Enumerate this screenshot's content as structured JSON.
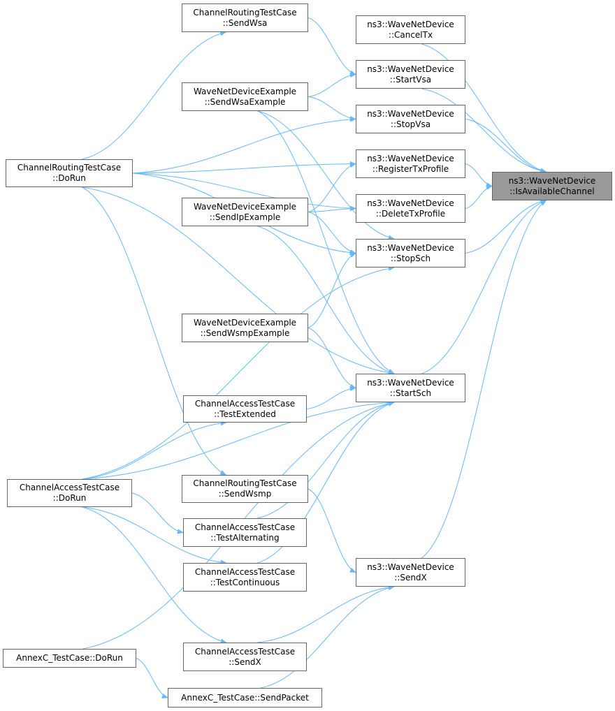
{
  "colors": {
    "edge": "#63b8ff",
    "focus_fill": "#999999",
    "border": "#666666"
  },
  "nodes": {
    "isavail": {
      "l1": "ns3::WaveNetDevice",
      "l2": "::IsAvailableChannel"
    },
    "canceltx": {
      "l1": "ns3::WaveNetDevice",
      "l2": "::CancelTx"
    },
    "startvsa": {
      "l1": "ns3::WaveNetDevice",
      "l2": "::StartVsa"
    },
    "stopvsa": {
      "l1": "ns3::WaveNetDevice",
      "l2": "::StopVsa"
    },
    "regtx": {
      "l1": "ns3::WaveNetDevice",
      "l2": "::RegisterTxProfile"
    },
    "deltx": {
      "l1": "ns3::WaveNetDevice",
      "l2": "::DeleteTxProfile"
    },
    "stopsch": {
      "l1": "ns3::WaveNetDevice",
      "l2": "::StopSch"
    },
    "startsch": {
      "l1": "ns3::WaveNetDevice",
      "l2": "::StartSch"
    },
    "sendx": {
      "l1": "ns3::WaveNetDevice",
      "l2": "::SendX"
    },
    "sendwsa": {
      "l1": "ChannelRoutingTestCase",
      "l2": "::SendWsa"
    },
    "sendwsaex": {
      "l1": "WaveNetDeviceExample",
      "l2": "::SendWsaExample"
    },
    "sendipex": {
      "l1": "WaveNetDeviceExample",
      "l2": "::SendIpExample"
    },
    "sendwsmpex": {
      "l1": "WaveNetDeviceExample",
      "l2": "::SendWsmpExample"
    },
    "testext": {
      "l1": "ChannelAccessTestCase",
      "l2": "::TestExtended"
    },
    "sendwsmp": {
      "l1": "ChannelRoutingTestCase",
      "l2": "::SendWsmp"
    },
    "testalt": {
      "l1": "ChannelAccessTestCase",
      "l2": "::TestAlternating"
    },
    "testcont": {
      "l1": "ChannelAccessTestCase",
      "l2": "::TestContinuous"
    },
    "casendx": {
      "l1": "ChannelAccessTestCase",
      "l2": "::SendX"
    },
    "sendpacket": {
      "l1": "AnnexC_TestCase::SendPacket",
      "l2": ""
    },
    "crdorun": {
      "l1": "ChannelRoutingTestCase",
      "l2": "::DoRun"
    },
    "cadorun": {
      "l1": "ChannelAccessTestCase",
      "l2": "::DoRun"
    },
    "annexdorun": {
      "l1": "AnnexC_TestCase::DoRun",
      "l2": ""
    }
  },
  "edges": [
    [
      "canceltx",
      "isavail"
    ],
    [
      "startvsa",
      "isavail"
    ],
    [
      "stopvsa",
      "isavail"
    ],
    [
      "regtx",
      "isavail"
    ],
    [
      "deltx",
      "isavail"
    ],
    [
      "stopsch",
      "isavail"
    ],
    [
      "startsch",
      "isavail"
    ],
    [
      "sendx",
      "isavail"
    ],
    [
      "sendwsa",
      "startvsa"
    ],
    [
      "crdorun",
      "sendwsa"
    ],
    [
      "crdorun",
      "stopvsa"
    ],
    [
      "crdorun",
      "regtx"
    ],
    [
      "crdorun",
      "deltx"
    ],
    [
      "crdorun",
      "stopsch"
    ],
    [
      "crdorun",
      "startsch"
    ],
    [
      "crdorun",
      "sendwsmp"
    ],
    [
      "sendwsaex",
      "startvsa"
    ],
    [
      "sendwsaex",
      "stopvsa"
    ],
    [
      "sendwsaex",
      "stopsch"
    ],
    [
      "sendwsaex",
      "startsch"
    ],
    [
      "sendipex",
      "regtx"
    ],
    [
      "sendipex",
      "deltx"
    ],
    [
      "sendipex",
      "stopsch"
    ],
    [
      "sendipex",
      "startsch"
    ],
    [
      "sendwsmpex",
      "stopsch"
    ],
    [
      "sendwsmpex",
      "startsch"
    ],
    [
      "testext",
      "startsch"
    ],
    [
      "cadorun",
      "stopsch"
    ],
    [
      "cadorun",
      "testext"
    ],
    [
      "cadorun",
      "startsch"
    ],
    [
      "cadorun",
      "testalt"
    ],
    [
      "cadorun",
      "testcont"
    ],
    [
      "cadorun",
      "casendx"
    ],
    [
      "sendwsmp",
      "sendx"
    ],
    [
      "testalt",
      "startsch"
    ],
    [
      "testcont",
      "startsch"
    ],
    [
      "casendx",
      "sendx"
    ],
    [
      "sendpacket",
      "sendx"
    ],
    [
      "annexdorun",
      "startsch"
    ],
    [
      "annexdorun",
      "sendpacket"
    ]
  ]
}
